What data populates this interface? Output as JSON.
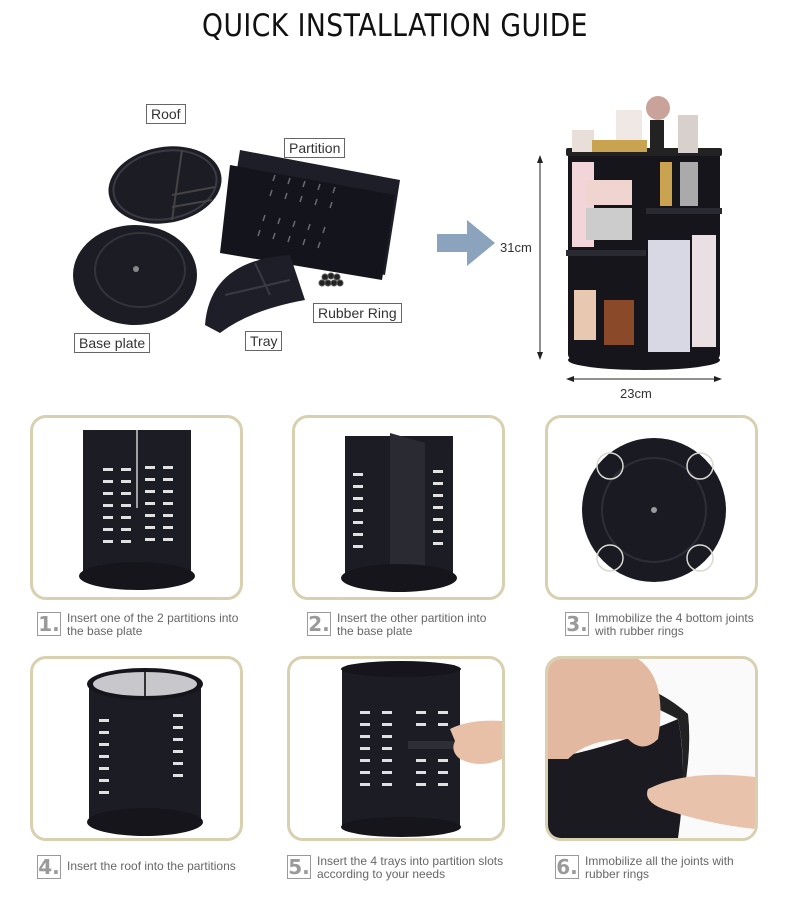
{
  "header": {
    "title": "QUICK INSTALLATION GUIDE"
  },
  "parts": {
    "roof": "Roof",
    "partition": "Partition",
    "base_plate": "Base plate",
    "tray": "Tray",
    "rubber_ring": "Rubber Ring"
  },
  "dimensions": {
    "height": "31cm",
    "width": "23cm"
  },
  "steps": [
    {
      "num": "1.",
      "text": "Insert one of the 2 partitions into the base plate"
    },
    {
      "num": "2.",
      "text": "Insert the other partition into the base plate"
    },
    {
      "num": "3.",
      "text": "Immobilize the 4 bottom joints with rubber rings"
    },
    {
      "num": "4.",
      "text": "Insert the roof into the partitions"
    },
    {
      "num": "5.",
      "text": "Insert the 4 trays into partition slots according to your needs"
    },
    {
      "num": "6.",
      "text": "Immobilize all the joints with rubber rings"
    }
  ],
  "colors": {
    "card_border": "#d8d0b0",
    "arrow": "#8ba3bd",
    "product": "#1c1c24"
  }
}
